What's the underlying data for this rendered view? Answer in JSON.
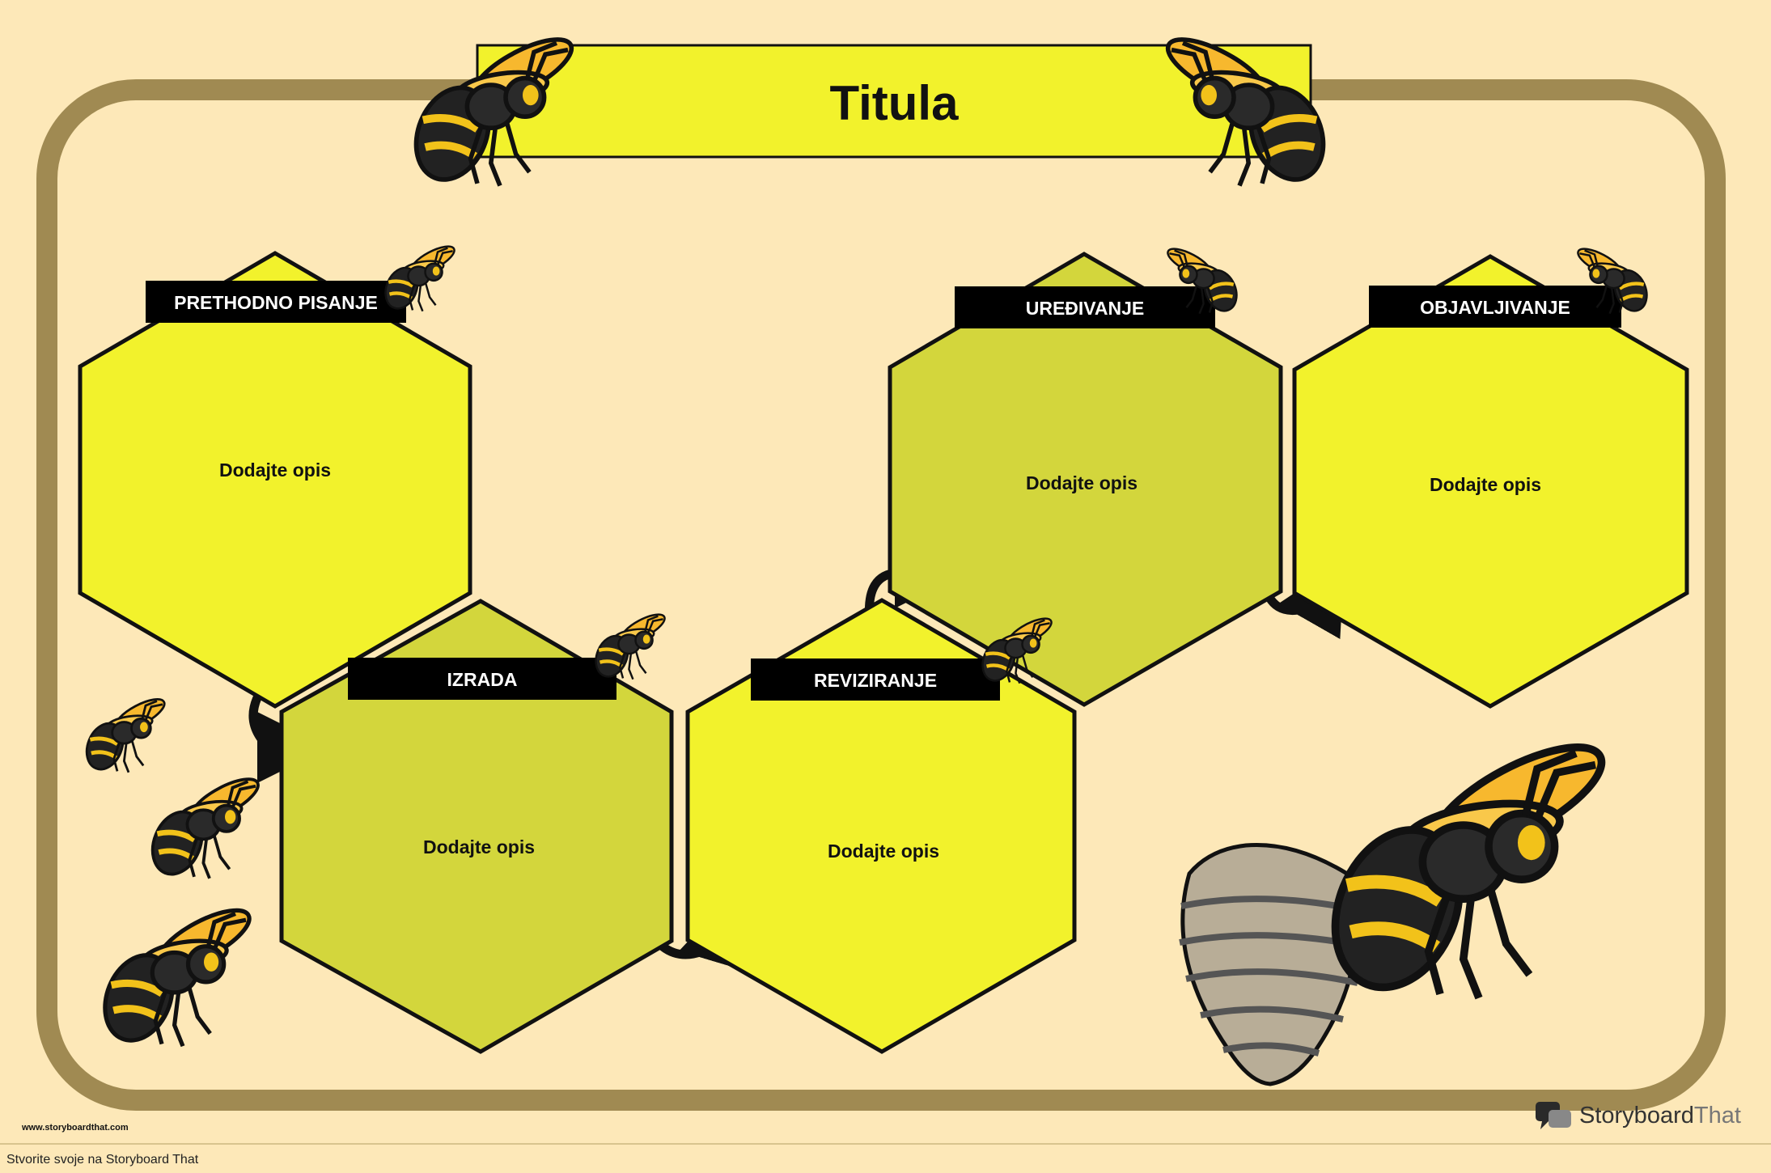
{
  "title": "Titula",
  "steps": [
    {
      "header": "PRETHODNO PISANJE",
      "description": "Dodajte opis"
    },
    {
      "header": "IZRADA",
      "description": "Dodajte opis"
    },
    {
      "header": "REVIZIRANJE",
      "description": "Dodajte opis"
    },
    {
      "header": "UREĐIVANJE",
      "description": "Dodajte opis"
    },
    {
      "header": "OBJAVLJIVANJE",
      "description": "Dodajte opis"
    }
  ],
  "footer": {
    "website": "www.storyboardthat.com",
    "credit": "Stvorite svoje na Storyboard That",
    "brand_story": "Storyboard",
    "brand_that": "That"
  },
  "colors": {
    "background": "#fde8b8",
    "frame": "#a08a52",
    "bright_hex": "#f2f22c",
    "olive_hex": "#d3d63c",
    "header_bar": "#000000"
  },
  "icons": [
    "wasp-icon",
    "wasp-nest-icon",
    "curved-arrow-icon",
    "storyboardthat-logo-icon"
  ]
}
